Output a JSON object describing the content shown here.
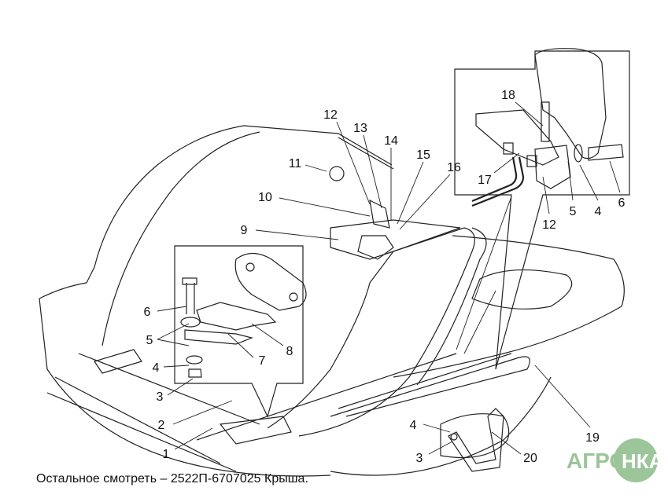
{
  "diagram": {
    "callouts_main": [
      "12",
      "13",
      "14",
      "15",
      "16",
      "11",
      "10",
      "9",
      "2",
      "1",
      "4",
      "3",
      "20",
      "19"
    ],
    "callouts_inset_right": [
      "18",
      "17",
      "12",
      "5",
      "4",
      "6"
    ],
    "callouts_inset_left": [
      "6",
      "5",
      "4",
      "3",
      "7",
      "8"
    ]
  },
  "caption": "Остальное смотреть – 2522П-6707025 Крыша.",
  "watermark": {
    "logo_text": "АГРОНКА",
    "color": "#9cc59a"
  }
}
